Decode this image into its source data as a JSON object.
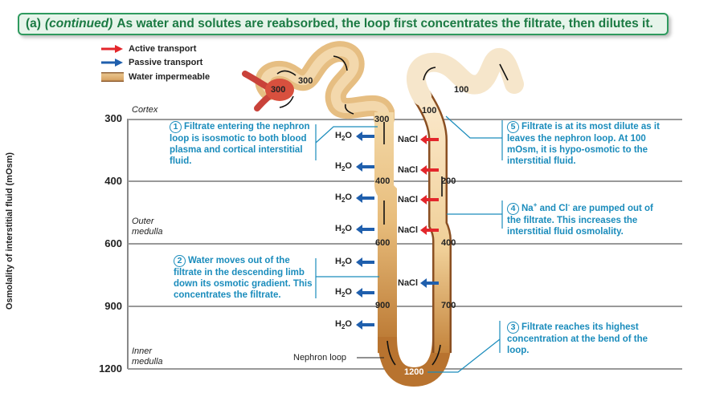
{
  "banner": {
    "part": "(a)",
    "qualifier": "(continued)",
    "text": "As water and solutes are reabsorbed, the loop first concentrates the filtrate, then dilutes it."
  },
  "legend": [
    {
      "label": "Active transport",
      "color": "#e3262b"
    },
    {
      "label": "Passive transport",
      "color": "#1f5fad"
    },
    {
      "label": "Water impermeable",
      "color": "#a0602a"
    }
  ],
  "axis": {
    "ylabel": "Osmolality of interstitial fluid (mOsm)",
    "ticks": [
      "300",
      "400",
      "600",
      "900",
      "1200"
    ]
  },
  "zones": {
    "cortex": "Cortex",
    "outer_medulla_1": "Outer",
    "outer_medulla_2": "medulla",
    "inner_medulla_1": "Inner",
    "inner_medulla_2": "medulla"
  },
  "values": {
    "glomerulus": "300",
    "pct": "300",
    "desc_top": "300",
    "desc_400": "400",
    "desc_600": "600",
    "desc_900": "900",
    "bend": "1200",
    "asc_700": "700",
    "asc_400": "400",
    "asc_200": "200",
    "asc_100": "100",
    "dct": "100"
  },
  "transport": {
    "water": "H",
    "water_sub": "2",
    "water_end": "O",
    "salt": "NaCl"
  },
  "nephron_loop_label": "Nephron loop",
  "notes": {
    "n1": {
      "num": "1",
      "text": "Filtrate entering the nephron loop is isosmotic to both blood plasma and cortical interstitial fluid."
    },
    "n2": {
      "num": "2",
      "text": "Water moves out of the filtrate in the descending limb down its osmotic gradient. This concentrates the filtrate."
    },
    "n3": {
      "num": "3",
      "text": "Filtrate reaches its highest concentration at the bend of the loop."
    },
    "n4": {
      "num": "4",
      "pre": "Na",
      "sup1": "+",
      "mid": " and Cl",
      "sup2": "-",
      "text": " are pumped out of the filtrate. This increases the interstitial fluid osmolality."
    },
    "n5": {
      "num": "5",
      "text": "Filtrate is at its most dilute as it leaves the nephron loop. At 100 mOsm, it is hypo-osmotic to the interstitial fluid."
    }
  }
}
